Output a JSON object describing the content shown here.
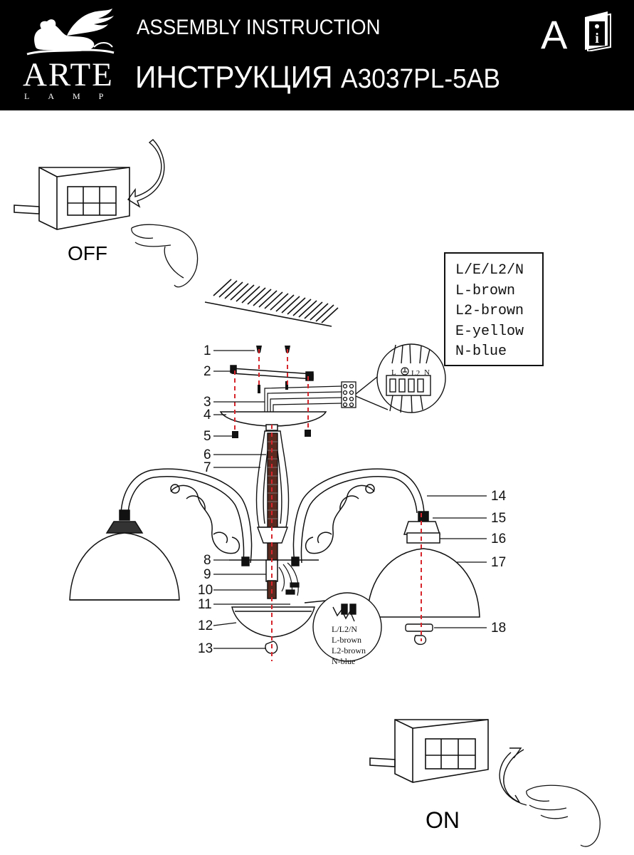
{
  "header": {
    "brand_name": "ARTE",
    "brand_sub": "LAMP",
    "title_en": "ASSEMBLY  INSTRUCTION",
    "title_ru": "ИНСТРУКЦИЯ",
    "model": "A3037PL-5AB",
    "letter": "A",
    "info_glyph": "i"
  },
  "switch_off": {
    "label": "OFF"
  },
  "switch_on": {
    "label": "ON"
  },
  "legend": {
    "lines": [
      "L/E/L2/N",
      "L-brown",
      "L2-brown",
      "E-yellow",
      "N-blue"
    ]
  },
  "connector_detail": {
    "labels": [
      "L",
      "L2",
      "N"
    ],
    "ground_icon": "ground-icon"
  },
  "mini_legend": {
    "lines": [
      "L/L2/N",
      "L-brown",
      "L2-brown",
      "N-blue"
    ]
  },
  "part_numbers_left": [
    "1",
    "2",
    "3",
    "4",
    "5",
    "6",
    "7",
    "8",
    "9",
    "10",
    "11",
    "12",
    "13"
  ],
  "part_numbers_right": [
    "14",
    "15",
    "16",
    "17",
    "18"
  ],
  "colors": {
    "header_bg": "#000000",
    "dash_red": "#d8262d",
    "line": "#111111"
  }
}
